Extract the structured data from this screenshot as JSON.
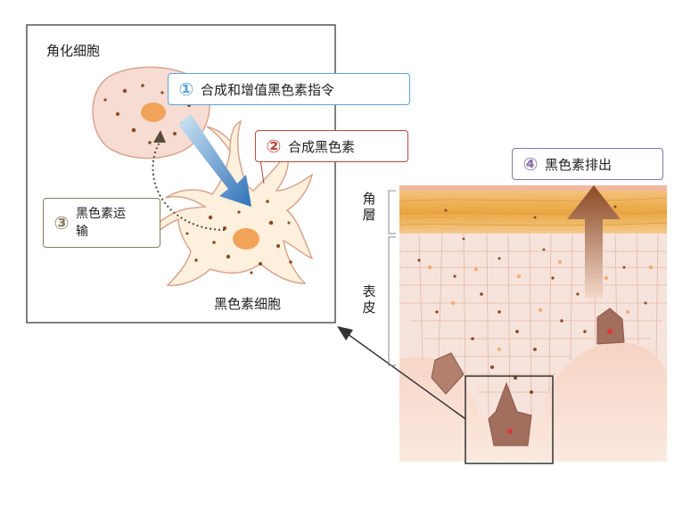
{
  "labels": {
    "keratinocyte": "角化细胞",
    "melanocyte": "黑色素细胞",
    "stratum_corneum": "角\n層",
    "epidermis": "表\n皮"
  },
  "steps": [
    {
      "num": "①",
      "text": "合成和增值黑色素指令",
      "color": "#5aa6d6"
    },
    {
      "num": "②",
      "text": "合成黑色素",
      "color": "#b94a3f"
    },
    {
      "num": "③",
      "text": "黑色素运\n输",
      "color": "#8a7a5a"
    },
    {
      "num": "④",
      "text": "黑色素排出",
      "color": "#8a72a8"
    }
  ],
  "colors": {
    "cell_fill": "#f6dcd3",
    "cell_outline": "#d9a58f",
    "nucleus": "#f2a35a",
    "melanin_dot": "#8a4a24",
    "corneum": "#f0b45a",
    "epidermis": "#f6e3dc",
    "dermis": "#f1c9b5",
    "arrow_blue": "#2f73b8",
    "arrow_brown": "#8a4a24",
    "frame": "#555555"
  }
}
